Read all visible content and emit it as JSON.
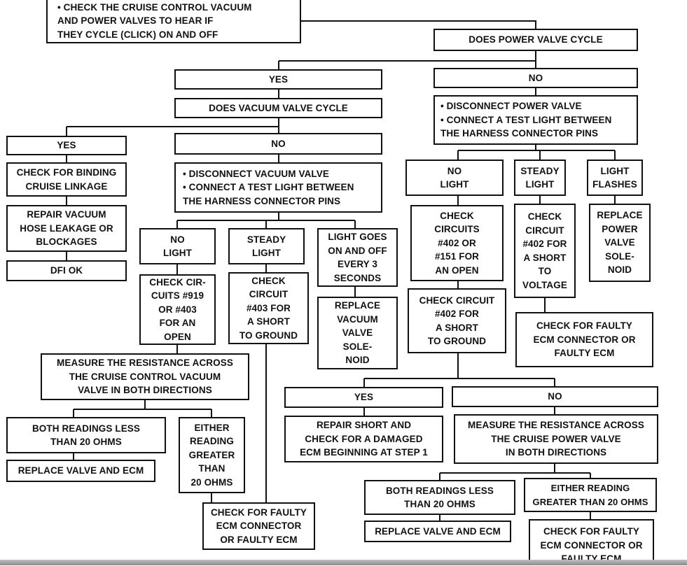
{
  "nodes": {
    "check_valves_cycle": "•  CHECK THE CRUISE CONTROL VACUUM\n    AND POWER VALVES TO HEAR IF\n    THEY CYCLE (CLICK) ON AND OFF",
    "does_power_valve_cycle": "DOES POWER VALVE CYCLE",
    "yes_1": "YES",
    "no_1": "NO",
    "does_vacuum_valve_cycle": "DOES VACUUM VALVE CYCLE",
    "disconnect_power_valve": "•  DISCONNECT POWER VALVE\n•  CONNECT A TEST LIGHT BETWEEN\n    THE HARNESS CONNECTOR PINS",
    "yes_2": "YES",
    "no_2": "NO",
    "check_binding_linkage": "CHECK FOR BINDING\nCRUISE LINKAGE",
    "disconnect_vacuum_valve": "•  DISCONNECT VACUUM VALVE\n•  CONNECT A TEST LIGHT BETWEEN\n    THE HARNESS CONNECTOR PINS",
    "repair_vacuum_hose": "REPAIR VACUUM\nHOSE LEAKAGE OR\nBLOCKAGES",
    "dfi_ok": "DFI OK",
    "vac_no_light": "NO\nLIGHT",
    "vac_steady_light": "STEADY\nLIGHT",
    "vac_light_on_off": "LIGHT GOES\nON AND OFF\nEVERY 3\nSECONDS",
    "check_circuits_919_403": "CHECK CIR-\nCUITS #919\nOR #403\nFOR AN\nOPEN",
    "check_circuit_403_short": "CHECK\nCIRCUIT\n#403 FOR\nA SHORT\nTO GROUND",
    "replace_vacuum_solenoid": "REPLACE\nVACUUM\nVALVE\nSOLE-\nNOID",
    "measure_vacuum_resistance": "MEASURE THE RESISTANCE ACROSS\nTHE CRUISE CONTROL VACUUM\nVALVE IN BOTH DIRECTIONS",
    "vac_both_readings_less": "BOTH READINGS LESS\nTHAN 20 OHMS",
    "vac_either_reading_greater": "EITHER\nREADING\nGREATER\nTHAN\n20 OHMS",
    "vac_replace_valve_ecm": "REPLACE VALVE AND ECM",
    "vac_check_faulty_ecm": "CHECK FOR FAULTY\nECM CONNECTOR\nOR FAULTY ECM",
    "pwr_no_light": "NO\nLIGHT",
    "pwr_steady_light": "STEADY\nLIGHT",
    "pwr_light_flashes": "LIGHT\nFLASHES",
    "check_circuits_402_151": "CHECK\nCIRCUITS\n#402 OR\n#151 FOR\nAN OPEN",
    "check_circuit_402_voltage": "CHECK\nCIRCUIT\n#402 FOR\nA SHORT\nTO\nVOLTAGE",
    "replace_power_solenoid": "REPLACE\nPOWER\nVALVE\nSOLE-\nNOID",
    "check_circuit_402_ground": "CHECK CIRCUIT\n#402 FOR\nA SHORT\nTO GROUND",
    "pwr_check_faulty_ecm_top": "CHECK FOR FAULTY\nECM CONNECTOR OR\nFAULTY ECM",
    "yes_3": "YES",
    "no_3": "NO",
    "repair_short": "REPAIR SHORT AND\nCHECK FOR A DAMAGED\nECM BEGINNING AT STEP 1",
    "measure_power_resistance": "MEASURE THE RESISTANCE ACROSS\nTHE CRUISE POWER VALVE\nIN BOTH DIRECTIONS",
    "pwr_both_readings_less": "BOTH READINGS LESS\nTHAN 20 OHMS",
    "pwr_either_reading_greater": "EITHER READING\nGREATER THAN 20 OHMS",
    "pwr_replace_valve_ecm": "REPLACE VALVE AND ECM",
    "pwr_check_faulty_ecm_bottom": "CHECK FOR FAULTY\nECM CONNECTOR OR\nFAULTY ECM"
  },
  "edges": [
    [
      "check_valves_cycle",
      "does_power_valve_cycle"
    ],
    [
      "does_power_valve_cycle",
      "yes_1"
    ],
    [
      "does_power_valve_cycle",
      "no_1"
    ],
    [
      "yes_1",
      "does_vacuum_valve_cycle"
    ],
    [
      "does_vacuum_valve_cycle",
      "yes_2"
    ],
    [
      "does_vacuum_valve_cycle",
      "no_2"
    ],
    [
      "yes_2",
      "check_binding_linkage"
    ],
    [
      "check_binding_linkage",
      "repair_vacuum_hose"
    ],
    [
      "repair_vacuum_hose",
      "dfi_ok"
    ],
    [
      "no_2",
      "disconnect_vacuum_valve"
    ],
    [
      "disconnect_vacuum_valve",
      "vac_no_light"
    ],
    [
      "disconnect_vacuum_valve",
      "vac_steady_light"
    ],
    [
      "disconnect_vacuum_valve",
      "vac_light_on_off"
    ],
    [
      "vac_no_light",
      "check_circuits_919_403"
    ],
    [
      "vac_steady_light",
      "check_circuit_403_short"
    ],
    [
      "vac_light_on_off",
      "replace_vacuum_solenoid"
    ],
    [
      "check_circuits_919_403",
      "measure_vacuum_resistance"
    ],
    [
      "measure_vacuum_resistance",
      "vac_both_readings_less"
    ],
    [
      "measure_vacuum_resistance",
      "vac_either_reading_greater"
    ],
    [
      "vac_both_readings_less",
      "vac_replace_valve_ecm"
    ],
    [
      "vac_either_reading_greater",
      "vac_check_faulty_ecm"
    ],
    [
      "check_circuit_403_short",
      "vac_check_faulty_ecm"
    ],
    [
      "no_1",
      "disconnect_power_valve"
    ],
    [
      "disconnect_power_valve",
      "pwr_no_light"
    ],
    [
      "disconnect_power_valve",
      "pwr_steady_light"
    ],
    [
      "disconnect_power_valve",
      "pwr_light_flashes"
    ],
    [
      "pwr_no_light",
      "check_circuits_402_151"
    ],
    [
      "pwr_steady_light",
      "check_circuit_402_voltage"
    ],
    [
      "pwr_light_flashes",
      "replace_power_solenoid"
    ],
    [
      "check_circuits_402_151",
      "check_circuit_402_ground"
    ],
    [
      "check_circuit_402_voltage",
      "pwr_check_faulty_ecm_top"
    ],
    [
      "check_circuit_402_ground",
      "yes_3"
    ],
    [
      "check_circuit_402_ground",
      "no_3"
    ],
    [
      "yes_3",
      "repair_short"
    ],
    [
      "no_3",
      "measure_power_resistance"
    ],
    [
      "measure_power_resistance",
      "pwr_both_readings_less"
    ],
    [
      "measure_power_resistance",
      "pwr_either_reading_greater"
    ],
    [
      "pwr_both_readings_less",
      "pwr_replace_valve_ecm"
    ],
    [
      "pwr_either_reading_greater",
      "pwr_check_faulty_ecm_bottom"
    ]
  ]
}
